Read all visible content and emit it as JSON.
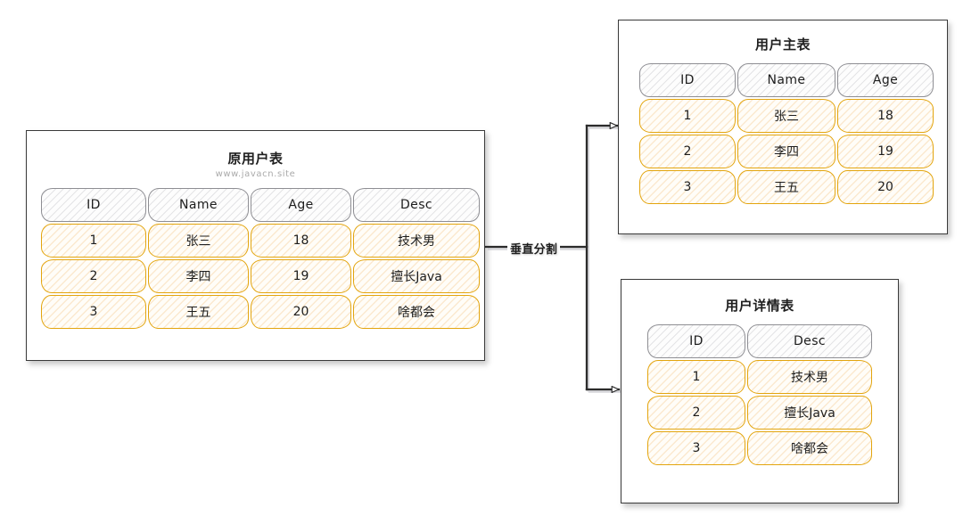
{
  "diagram": {
    "type": "vertical-table-partitioning",
    "connector": {
      "label": "垂直分割",
      "arrow_count": 2
    },
    "colors": {
      "header_border": "#8e8e93",
      "data_border": "#E3A50E",
      "data_fill": "#fdf0de",
      "panel_border": "#3a3a3a",
      "text": "#1d1d1d",
      "watermark": "#aaaaaa"
    }
  },
  "source_panel": {
    "title": "原用户表",
    "watermark": "www.javacn.site",
    "table": {
      "columns": [
        "ID",
        "Name",
        "Age",
        "Desc"
      ],
      "rows": [
        [
          "1",
          "张三",
          "18",
          "技术男"
        ],
        [
          "2",
          "李四",
          "19",
          "擅长Java"
        ],
        [
          "3",
          "王五",
          "20",
          "啥都会"
        ]
      ]
    }
  },
  "main_panel": {
    "title": "用户主表",
    "table": {
      "columns": [
        "ID",
        "Name",
        "Age"
      ],
      "rows": [
        [
          "1",
          "张三",
          "18"
        ],
        [
          "2",
          "李四",
          "19"
        ],
        [
          "3",
          "王五",
          "20"
        ]
      ]
    }
  },
  "detail_panel": {
    "title": "用户详情表",
    "table": {
      "columns": [
        "ID",
        "Desc"
      ],
      "rows": [
        [
          "1",
          "技术男"
        ],
        [
          "2",
          "擅长Java"
        ],
        [
          "3",
          "啥都会"
        ]
      ]
    }
  }
}
